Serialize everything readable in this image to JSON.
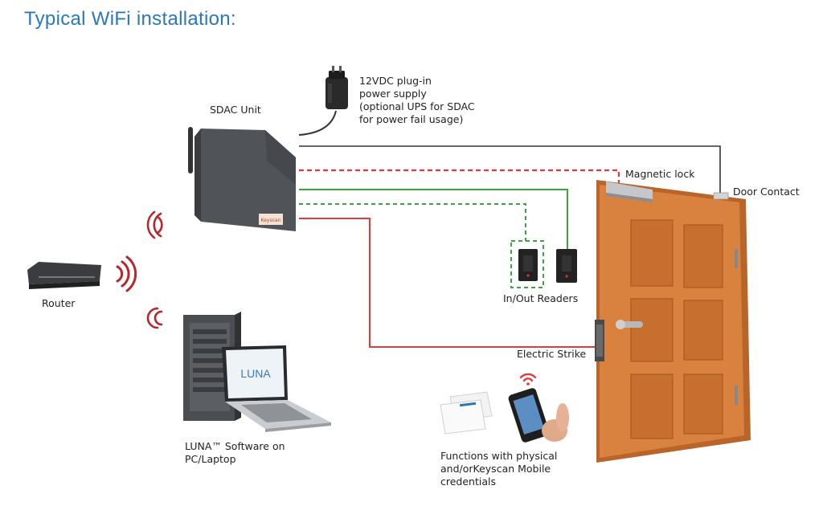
{
  "title": "Typical WiFi installation:",
  "labels": {
    "power_supply": [
      "12VDC plug-in",
      "power supply",
      "(optional UPS for SDAC",
      "for power fail usage)"
    ],
    "sdac_unit": "SDAC Unit",
    "magnetic_lock": "Magnetic lock",
    "door_contact": "Door Contact",
    "router": "Router",
    "readers": "In/Out Readers",
    "electric_strike": "Electric Strike",
    "luna": [
      "LUNA™ Software on",
      "PC/Laptop"
    ],
    "credentials": [
      "Functions with physical",
      "and/orKeyscan Mobile",
      "credentials"
    ]
  },
  "laptop_screen_text": "LUNA",
  "sdac_badge_text": "Keyscan",
  "colors": {
    "title": "#2b78b8",
    "wire_black": "#333333",
    "wire_red": "#e0393e",
    "wire_green": "#3aa63f",
    "wifi_red": "#b8262b",
    "door": "#d9823f"
  }
}
